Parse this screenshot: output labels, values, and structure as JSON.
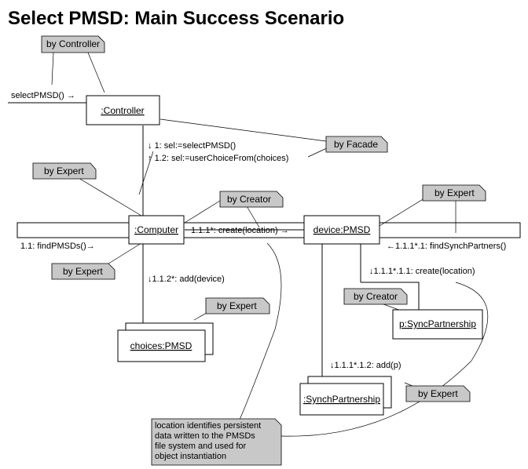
{
  "title": "Select PMSD: Main Success Scenario",
  "objects": {
    "controller": ":Controller",
    "computer": ":Computer",
    "device": "device:PMSD",
    "choices": "choices:PMSD",
    "sync_partnership": "p:SyncPartnership",
    "synch_partnership_multi": ":SynchPartnership"
  },
  "messages": {
    "select_pmsd": "selectPMSD()",
    "msg_1": "1: sel:=selectPMSD()",
    "msg_1_2": "1.2: sel:=userChoiceFrom(choices)",
    "msg_1_1": "1.1: findPMSDs()",
    "msg_1_1_1": "1.1.1*: create(location)",
    "msg_1_1_2": "1.1.2*: add(device)",
    "msg_1_1_1_1": "1.1.1*.1: findSynchPartners()",
    "msg_1_1_1_1_1": "1.1.1*.1.1: create(location)",
    "msg_1_1_1_1_2": "1.1.1*.1.2: add(p)"
  },
  "notes": {
    "by_controller": "by Controller",
    "by_facade": "by Facade",
    "by_expert": "by Expert",
    "by_creator": "by Creator",
    "location_note": [
      "location identifies persistent",
      "data written to the PMSDs",
      "file system and used for",
      "object instantiation"
    ]
  },
  "colors": {
    "note_fill": "#c8c8c8",
    "line": "#000000"
  }
}
